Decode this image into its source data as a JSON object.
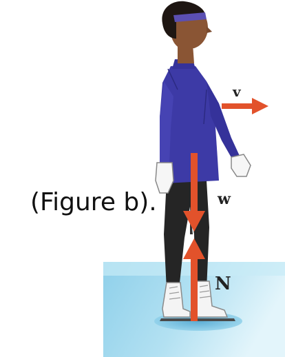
{
  "caption": "(Figure b).",
  "figure": {
    "labels": {
      "velocity": "v",
      "weight": "w",
      "normal": "N"
    },
    "colors": {
      "ice": "#a9dcef",
      "ice_light": "#d6f0f8",
      "shirt": "#3d3aa6",
      "pants": "#252525",
      "skin": "#8a5534",
      "hair": "#1e1612",
      "headband": "#5b4fb2",
      "arrow": "#e2522b"
    }
  }
}
